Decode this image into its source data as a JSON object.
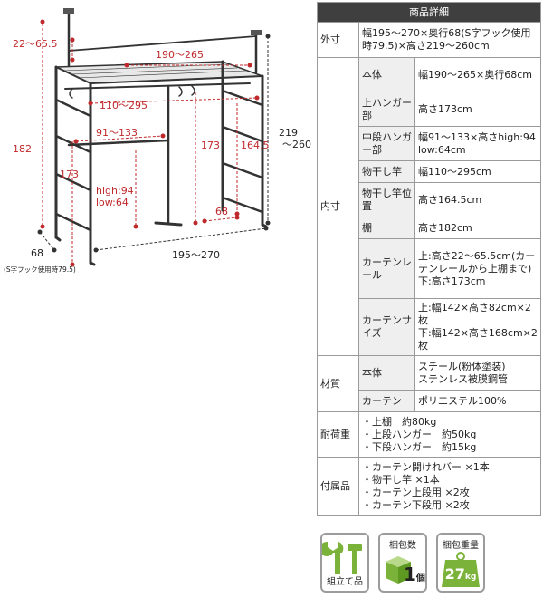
{
  "diagram": {
    "dims": {
      "top_gap": "22～65.5",
      "top_span": "190～265",
      "mid_span": "110～295",
      "hanger_span": "91～133",
      "h_outer": "182",
      "h_inner_left": "173",
      "h_inner_mid": "173",
      "h_right_post": "164.5",
      "h_total_1": "219",
      "h_total_2": "～260",
      "hang_high": "high:94",
      "hang_low": "low:64",
      "depth_right": "68",
      "depth_left": "68",
      "width_total": "195～270"
    },
    "note": "(S字フック使用時79.5)"
  },
  "spec": {
    "header": "商品詳細",
    "outer": {
      "cat": "外寸",
      "value": "幅195～270×奥行68(S字フック使用時79.5)×高さ219～260cm"
    },
    "inner": {
      "cat": "内寸",
      "rows": [
        {
          "sub": "本体",
          "value": "幅190～265×奥行68cm"
        },
        {
          "sub": "上ハンガー部",
          "value": "高さ173cm"
        },
        {
          "sub": "中段ハンガー部",
          "value": "幅91～133×高さhigh:94 low:64cm"
        },
        {
          "sub": "物干し竿",
          "value": "幅110～295cm"
        },
        {
          "sub": "物干し竿位置",
          "value": "高さ164.5cm"
        },
        {
          "sub": "棚",
          "value": "高さ182cm"
        },
        {
          "sub": "カーテンレール",
          "value": "上:高さ22～65.5cm(カーテンレールから上棚まで)\n下:高さ173cm"
        },
        {
          "sub": "カーテンサイズ",
          "value": "上:幅142×高さ82cm×2枚\n下:幅142×高さ168cm×2枚"
        }
      ]
    },
    "material": {
      "cat": "材質",
      "rows": [
        {
          "sub": "本体",
          "value": "スチール(粉体塗装)\nステンレス被膜鋼管"
        },
        {
          "sub": "カーテン",
          "value": "ポリエステル100%"
        }
      ]
    },
    "load": {
      "cat": "耐荷重",
      "value": "・上棚　約80kg\n・上段ハンガー　約50kg\n・下段ハンガー　約15kg"
    },
    "accessories": {
      "cat": "付属品",
      "value": "・カーテン開けれバー ×1本\n・物干し竿 ×1本\n・カーテン上段用 ×2枚\n・カーテン下段用 ×2枚"
    }
  },
  "icons": {
    "assembly": "組立て品",
    "packages_title": "梱包数",
    "packages_value": "1",
    "packages_unit": "個",
    "weight_title": "梱包重量",
    "weight_value": "27",
    "weight_unit": "kg"
  },
  "colors": {
    "dimension": "#c0292b",
    "frame": "#333333",
    "header": "#3f3f3f",
    "icon_green": "#7bb33a"
  }
}
